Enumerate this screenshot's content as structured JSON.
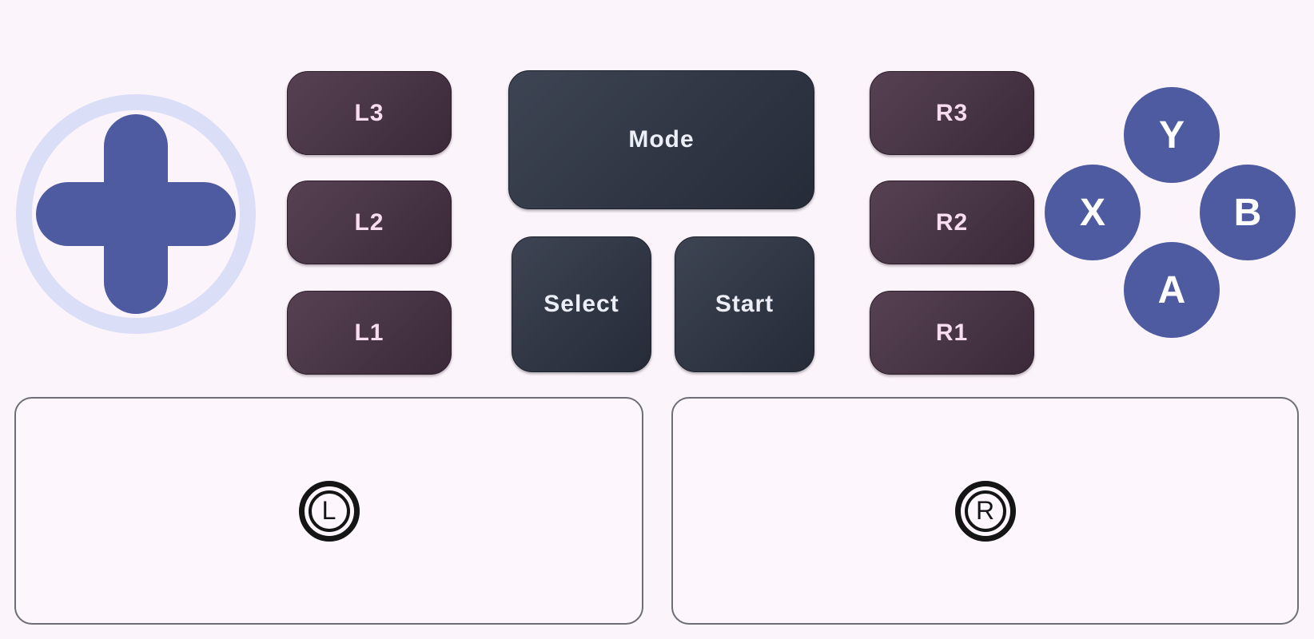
{
  "controller": {
    "left_triggers": [
      {
        "label": "L3"
      },
      {
        "label": "L2"
      },
      {
        "label": "L1"
      }
    ],
    "right_triggers": [
      {
        "label": "R3"
      },
      {
        "label": "R2"
      },
      {
        "label": "R1"
      }
    ],
    "system": {
      "mode": "Mode",
      "select": "Select",
      "start": "Start"
    },
    "face": {
      "top": "Y",
      "left": "X",
      "right": "B",
      "bottom": "A"
    },
    "sticks": {
      "left_label": "L",
      "right_label": "R"
    }
  },
  "icons": {
    "dpad": "dpad-cross-icon",
    "left_stick": "circled-L-icon",
    "right_stick": "circled-R-icon"
  },
  "colors": {
    "background": "#fcf4fb",
    "accent_blue": "#4e5ba0",
    "dpad_ring": "#dadff7",
    "trigger_gradient_start": "#564153",
    "trigger_gradient_end": "#3a2938",
    "trigger_text": "#f7ddee",
    "system_gradient_start": "#3d4453",
    "system_gradient_end": "#252b37",
    "system_text": "#eceef8",
    "face_text": "#ffffff",
    "pad_border": "#6e6e78",
    "stick_icon": "#151515"
  }
}
